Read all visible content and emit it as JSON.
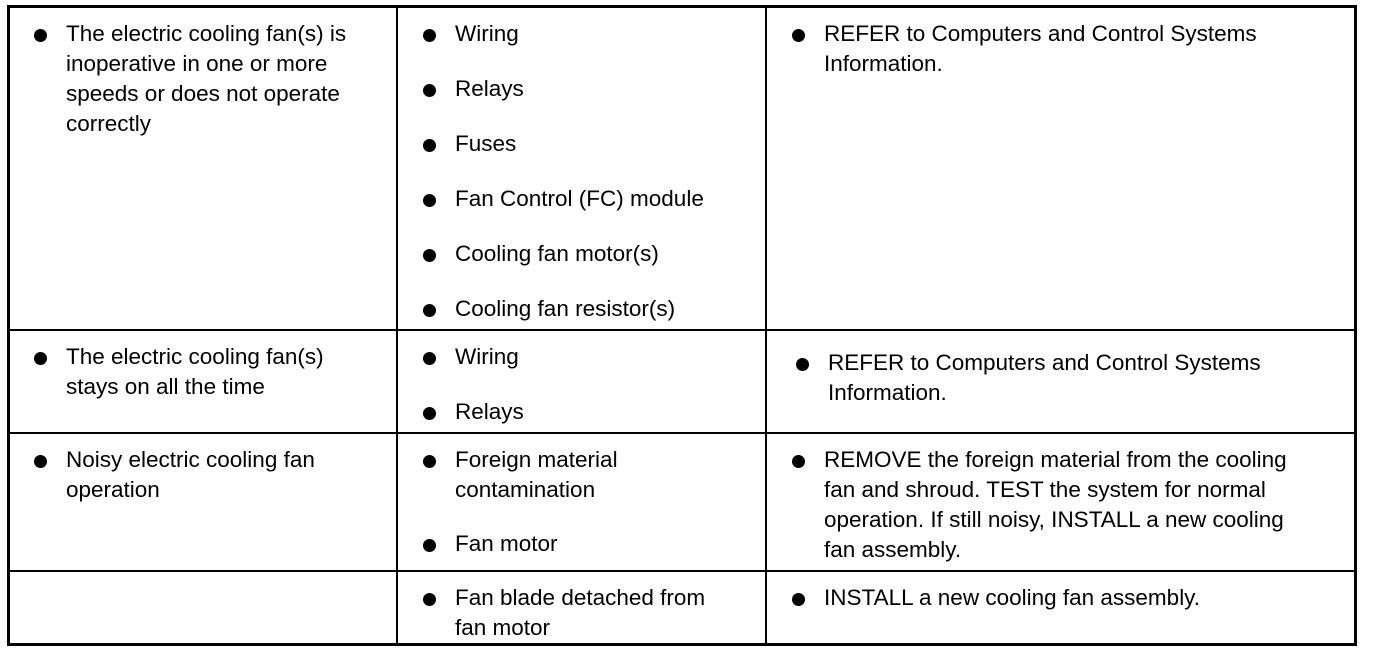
{
  "rows": [
    {
      "condition": [
        "The electric cooling fan(s) is",
        "inoperative in one or more",
        "speeds or does not operate",
        "correctly"
      ],
      "sources": [
        [
          "Wiring"
        ],
        [
          "Relays"
        ],
        [
          "Fuses"
        ],
        [
          "Fan Control (FC) module"
        ],
        [
          "Cooling fan motor(s)"
        ],
        [
          "Cooling fan resistor(s)"
        ]
      ],
      "action": [
        "REFER to Computers and Control Systems",
        "Information."
      ]
    },
    {
      "condition": [
        "The electric cooling fan(s)",
        "stays on all the time"
      ],
      "sources": [
        [
          "Wiring"
        ],
        [
          "Relays"
        ]
      ],
      "action": [
        "REFER to Computers and Control Systems",
        "Information."
      ]
    },
    {
      "condition": [
        "Noisy electric cooling fan",
        "operation"
      ],
      "sources": [
        [
          "Foreign material",
          "contamination"
        ],
        [
          "Fan motor"
        ]
      ],
      "action": [
        "REMOVE the foreign material from the cooling",
        "fan and shroud. TEST the system for normal",
        "operation. If still noisy, INSTALL a new cooling",
        "fan assembly."
      ]
    },
    {
      "condition": [],
      "sources": [
        [
          "Fan blade detached from",
          "fan motor"
        ]
      ],
      "action": [
        "INSTALL a new cooling fan assembly."
      ]
    }
  ]
}
